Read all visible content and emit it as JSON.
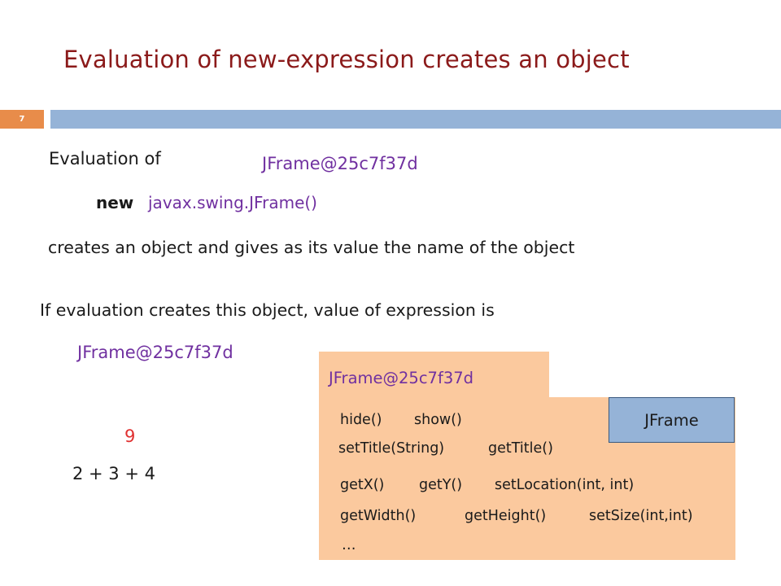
{
  "slide": {
    "title": "Evaluation of new-expression creates an object",
    "number": "7"
  },
  "text": {
    "evaluation_of": "Evaluation of",
    "object_name_top": "JFrame@25c7f37d",
    "new_keyword": "new",
    "expression": "javax.swing.JFrame()",
    "creates_line": "creates an object and gives as its value the name of the object",
    "if_line": "If evaluation creates this object, value of expression is",
    "object_name_value": "JFrame@25c7f37d",
    "nine": "9",
    "sum_expr": "2 + 3 + 4"
  },
  "object": {
    "name": "JFrame@25c7f37d",
    "class_name": "JFrame",
    "methods": [
      "hide()",
      "show()",
      "setTitle(String)",
      "getTitle()",
      "getX()",
      "getY()",
      "setLocation(int, int)",
      "getWidth()",
      "getHeight()",
      "setSize(int,int)",
      "…"
    ]
  },
  "colors": {
    "title": "#8b1a1a",
    "object_name": "#7030a0",
    "result": "#e03030",
    "object_fill": "#fbc99e",
    "class_fill": "#95b3d7",
    "slide_number_fill": "#e88c4a",
    "header_bar": "#95b3d7"
  }
}
